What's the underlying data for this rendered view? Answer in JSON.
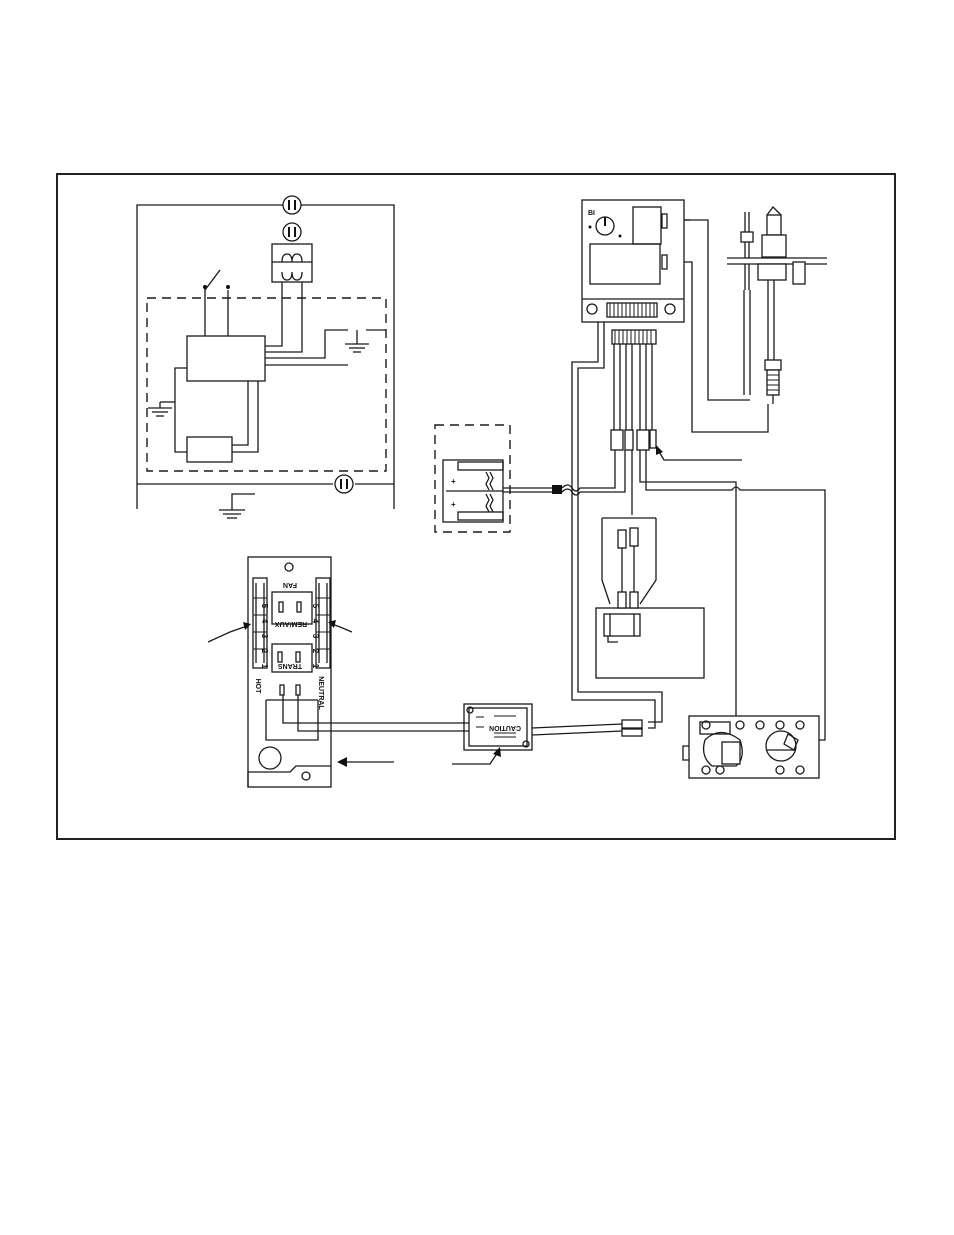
{
  "terminal_block": {
    "header_label": "FAN",
    "aux_label": "REM/AUX",
    "trans_label": "TRANS",
    "hot_label": "HOT",
    "neutral_label": "NEUTRAL",
    "terminal_numbers": [
      "5",
      "4",
      "3",
      "2",
      "1"
    ]
  },
  "transformer": {
    "label": "CAUTION"
  },
  "colors": {
    "line": "#1a1a1a",
    "background": "#ffffff",
    "frame": "#222222"
  }
}
